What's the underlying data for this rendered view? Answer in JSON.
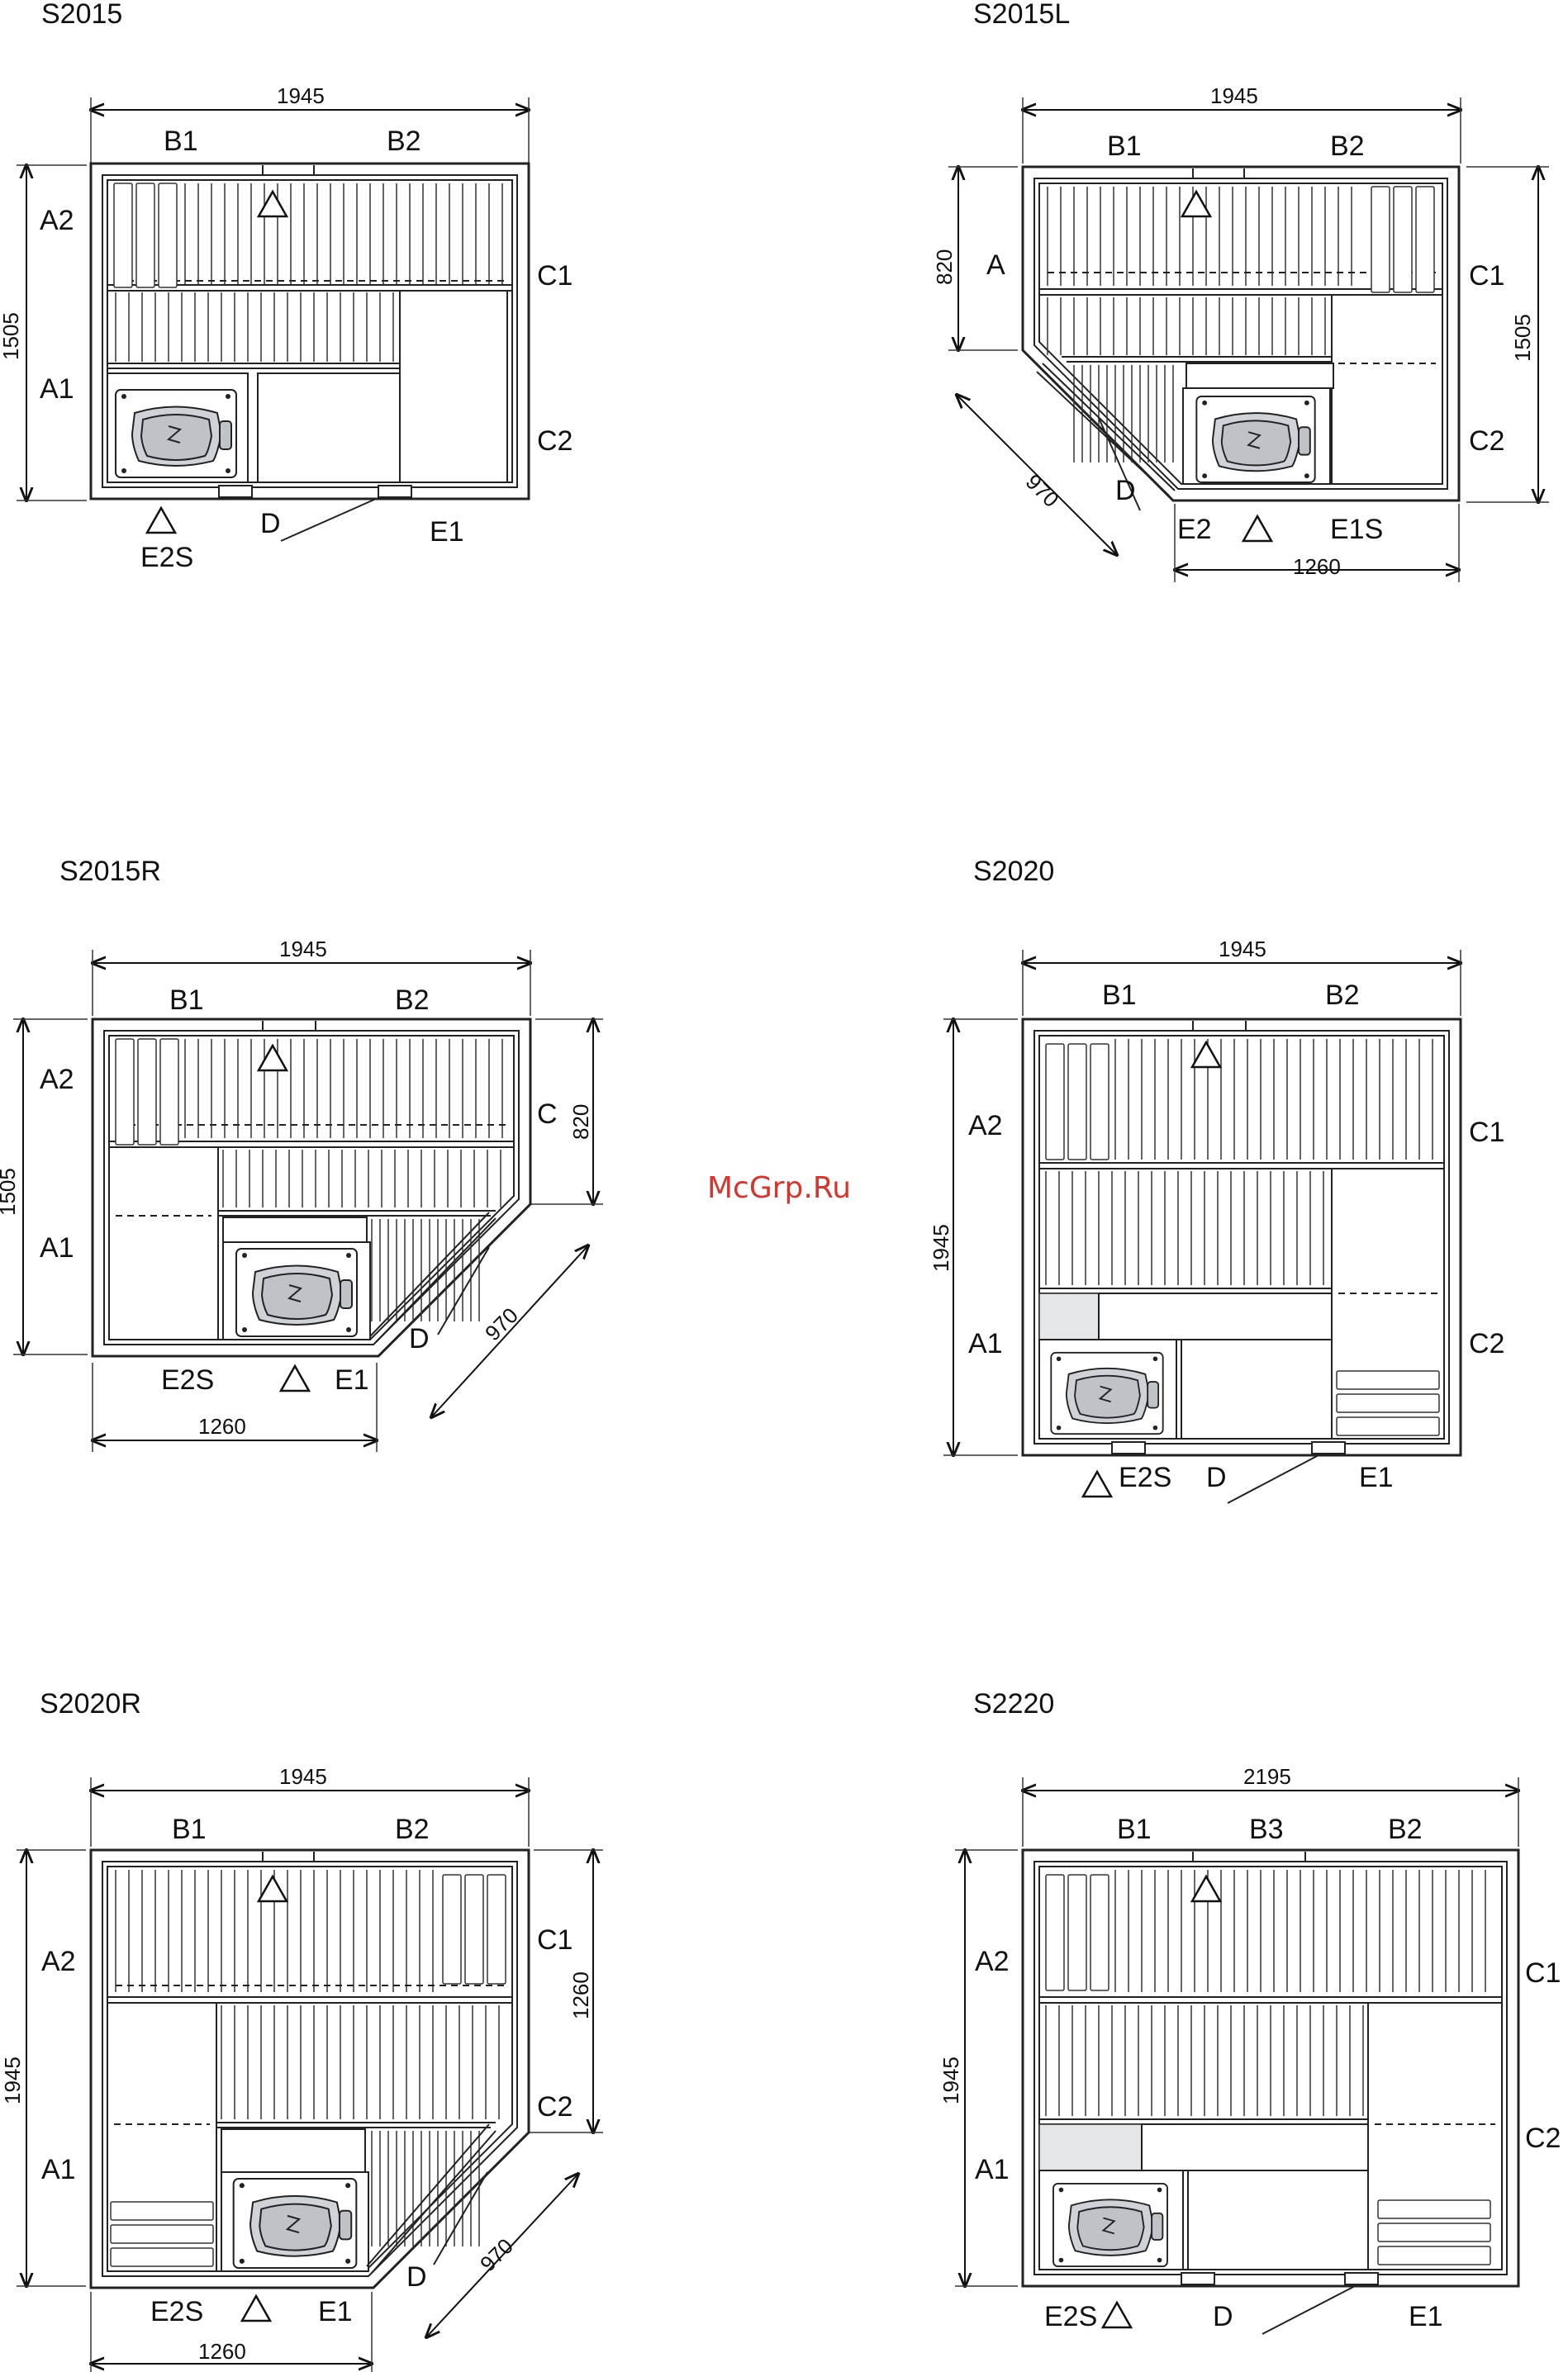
{
  "watermark": "McGrp.Ru",
  "plans": [
    {
      "id": "s2015",
      "title": "S2015",
      "dims": {
        "width": "1945",
        "depth": "1505"
      },
      "labels": {
        "b1": "B1",
        "b2": "B2",
        "a2": "A2",
        "a1": "A1",
        "c1": "C1",
        "c2": "C2",
        "d": "D",
        "e1": "E1",
        "e2s": "E2S"
      }
    },
    {
      "id": "s2015l",
      "title": "S2015L",
      "dims": {
        "width": "1945",
        "depth": "1505",
        "side": "820",
        "diag": "970",
        "front": "1260"
      },
      "labels": {
        "b1": "B1",
        "b2": "B2",
        "a": "A",
        "c1": "C1",
        "c2": "C2",
        "d": "D",
        "e2": "E2",
        "e1s": "E1S"
      }
    },
    {
      "id": "s2015r",
      "title": "S2015R",
      "dims": {
        "width": "1945",
        "depth": "1505",
        "side": "820",
        "diag": "970",
        "front": "1260"
      },
      "labels": {
        "b1": "B1",
        "b2": "B2",
        "a2": "A2",
        "a1": "A1",
        "c": "C",
        "d": "D",
        "e2s": "E2S",
        "e1": "E1"
      }
    },
    {
      "id": "s2020",
      "title": "S2020",
      "dims": {
        "width": "1945",
        "depth": "1945"
      },
      "labels": {
        "b1": "B1",
        "b2": "B2",
        "a2": "A2",
        "a1": "A1",
        "c1": "C1",
        "c2": "C2",
        "e2s": "E2S",
        "d": "D",
        "e1": "E1"
      }
    },
    {
      "id": "s2020r",
      "title": "S2020R",
      "dims": {
        "width": "1945",
        "depth": "1945",
        "side": "1260",
        "diag": "970",
        "front": "1260"
      },
      "labels": {
        "b1": "B1",
        "b2": "B2",
        "a2": "A2",
        "a1": "A1",
        "c1": "C1",
        "c2": "C2",
        "d": "D",
        "e2s": "E2S",
        "e1": "E1"
      }
    },
    {
      "id": "s2220",
      "title": "S2220",
      "dims": {
        "width": "2195",
        "depth": "1945"
      },
      "labels": {
        "b1": "B1",
        "b3": "B3",
        "b2": "B2",
        "a2": "A2",
        "a1": "A1",
        "c1": "C1",
        "c2": "C2",
        "e2s": "E2S",
        "d": "D",
        "e1": "E1"
      }
    }
  ]
}
